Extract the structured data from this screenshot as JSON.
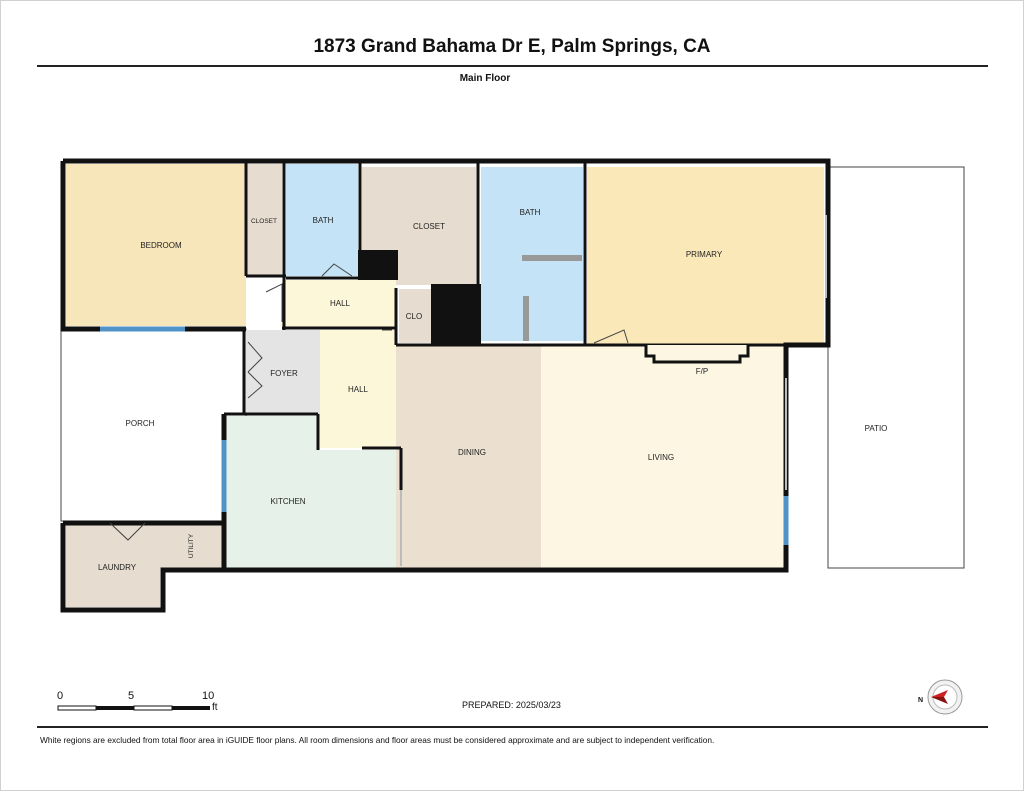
{
  "header": {
    "title": "1873 Grand Bahama Dr E, Palm Springs, CA",
    "floor_name": "Main Floor"
  },
  "rooms": {
    "bedroom": "BEDROOM",
    "closet_small": "CLOSET",
    "bath_1": "BATH",
    "closet": "CLOSET",
    "bath_2": "BATH",
    "primary": "PRIMARY",
    "hall_upper": "HALL",
    "clo": "CLO",
    "foyer": "FOYER",
    "hall_lower": "HALL",
    "porch": "PORCH",
    "kitchen": "KITCHEN",
    "dining": "DINING",
    "living": "LIVING",
    "fireplace": "F/P",
    "patio": "PATIO",
    "laundry": "LAUNDRY",
    "utility": "UTILITY"
  },
  "colors": {
    "bedroom": "#f8e6bb",
    "bath": "#c5e3f7",
    "closet": "#e6dccf",
    "hall": "#fdf7da",
    "foyer": "#e4e4e4",
    "kitchen": "#e6f1ea",
    "dining": "#ebe0d0",
    "living": "#fdf6e3",
    "laundry": "#e6dccf",
    "wall": "#111111",
    "window": "#4f93c8",
    "compass_accent": "#cc2222"
  },
  "scale_bar": {
    "ticks": [
      "0",
      "5",
      "10"
    ],
    "unit": "ft"
  },
  "compass": {
    "north_label": "N",
    "icon": "compass-icon"
  },
  "footer": {
    "prepared": "PREPARED: 2025/03/23",
    "disclaimer": "White regions are excluded from total floor area in iGUIDE floor plans. All room dimensions and floor areas must be considered approximate and are subject to independent verification."
  }
}
